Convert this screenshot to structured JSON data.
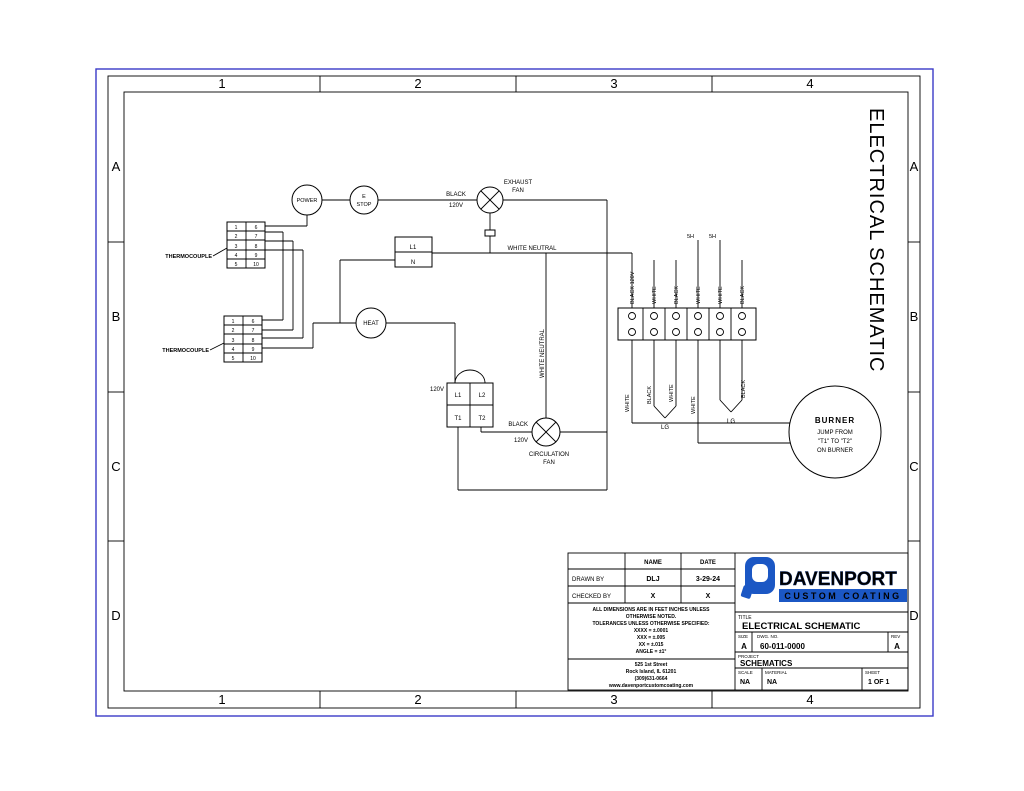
{
  "colors": {
    "frame_blue": "#3a3ac8",
    "logo_blue": "#1b57c4"
  },
  "frame": {
    "zones_h": [
      "1",
      "2",
      "3",
      "4"
    ],
    "zones_v": [
      "A",
      "B",
      "C",
      "D"
    ],
    "vertical_title": "ELECTRICAL SCHEMATIC"
  },
  "schematic": {
    "power_label": "POWER",
    "estop_line1": "E",
    "estop_line2": "STOP",
    "exhaust_fan_line1": "EXHAUST",
    "exhaust_fan_line2": "FAN",
    "exhaust_wire_line1": "BLACK",
    "exhaust_wire_line2": "120V",
    "relay_l1": "L1",
    "relay_n": "N",
    "white_neutral_h": "WHITE NEUTRAL",
    "white_neutral_v": "WHITE NEUTRAL",
    "thermocouple_label": "THERMOCOUPLE",
    "pins_left": [
      "1",
      "2",
      "3",
      "4",
      "5"
    ],
    "pins_right": [
      "6",
      "7",
      "8",
      "9",
      "10"
    ],
    "heat_label": "HEAT",
    "contactor_voltage": "120V",
    "contactor_l1": "L1",
    "contactor_l2": "L2",
    "contactor_t1": "T1",
    "contactor_t2": "T2",
    "circ_wire_line1": "BLACK",
    "circ_wire_line2": "120V",
    "circ_fan_line1": "CIRCULATION",
    "circ_fan_line2": "FAN",
    "fuse_label": "5H",
    "strip_top_labels": [
      "BLACK 120V",
      "WHITE",
      "BLACK",
      "WHITE",
      "WHITE",
      "BLACK"
    ],
    "strip_bottom_labels": [
      "WHITE",
      "BLACK",
      "WHITE",
      "WHITE",
      "BLACK"
    ],
    "ground_label": "LG",
    "burner_line1": "BURNER",
    "burner_line2": "JUMP FROM",
    "burner_line3": "\"T1\" TO \"T2\"",
    "burner_line4": "ON BURNER"
  },
  "title_block": {
    "name_header": "NAME",
    "date_header": "DATE",
    "drawn_by_label": "DRAWN BY",
    "drawn_by_name": "DLJ",
    "drawn_by_date": "3-29-24",
    "checked_by_label": "CHECKED BY",
    "checked_by_name": "X",
    "checked_by_date": "X",
    "notes": [
      "ALL DIMENSIONS ARE IN FEET INCHES UNLESS",
      "OTHERWISE NOTED.",
      "TOLERANCES UNLESS OTHERWISE SPECIFIED:",
      "XXXX = ±.0001",
      "XXX = ±.005",
      "XX = ±.015",
      "ANGLE = ±1°"
    ],
    "address": [
      "525 1st Street",
      "Rock Island, IL 61201",
      "(309)631-0664",
      "www.davenportcustomcoating.com"
    ],
    "logo_line1": "DAVENPORT",
    "logo_line2": "CUSTOM COATING",
    "title_label": "TITLE",
    "title_value": "ELECTRICAL SCHEMATIC",
    "size_label": "SIZE",
    "size_value": "A",
    "dwg_label": "DWG. NO.",
    "dwg_value": "60-011-0000",
    "rev_label": "REV",
    "rev_value": "A",
    "project_label": "PROJECT",
    "project_value": "SCHEMATICS",
    "scale_label": "SCALE",
    "scale_value": "NA",
    "material_label": "MATERIAL",
    "material_value": "NA",
    "sheet_label": "SHEET",
    "sheet_value": "1 OF 1"
  }
}
